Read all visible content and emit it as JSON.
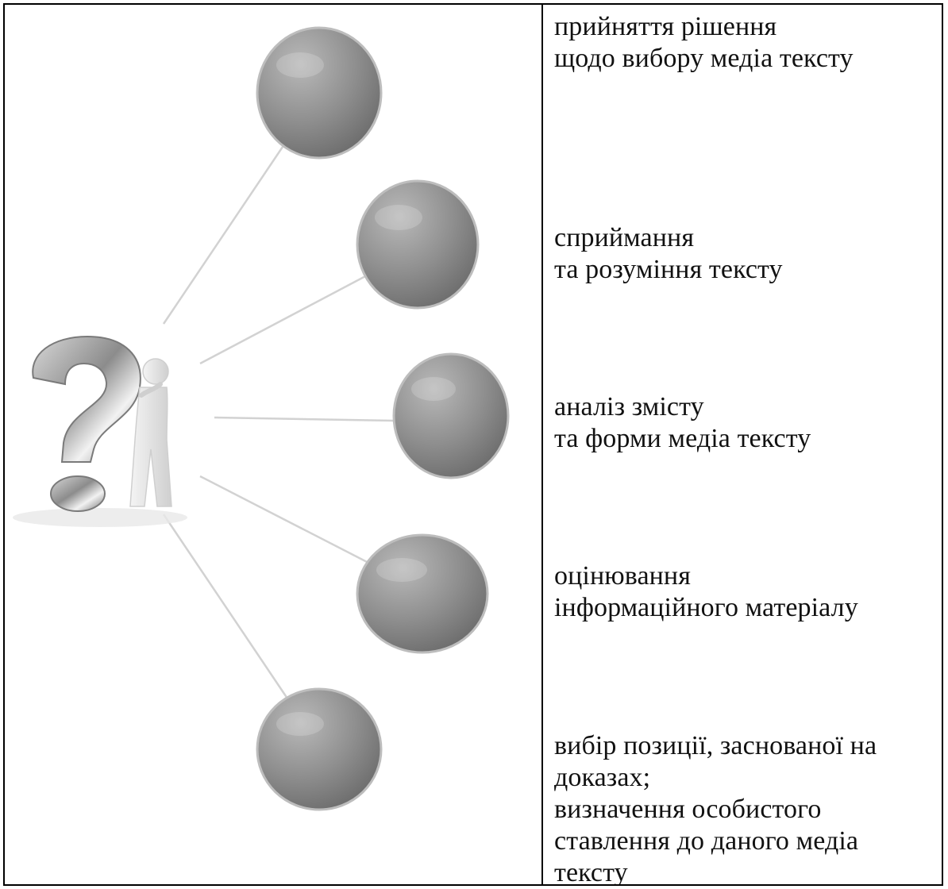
{
  "labels": [
    {
      "lines": [
        "прийняття рішення",
        "щодо вибору медіа тексту"
      ]
    },
    {
      "lines": [
        "сприймання",
        "та розуміння тексту"
      ]
    },
    {
      "lines": [
        "аналіз змісту",
        "та форми медіа тексту"
      ]
    },
    {
      "lines": [
        "оцінювання",
        "інформаційного матеріалу"
      ]
    },
    {
      "lines": [
        "вибір позиції, заснованої на",
        "доказах;",
        "визначення особистого",
        "ставлення до даного медіа",
        "тексту"
      ]
    }
  ],
  "colors": {
    "border": "#000000",
    "circle": "#8e8e8e",
    "connector": "#d2d2d2",
    "figure": "#e6e6e6",
    "question_mark": "#9b9b9b"
  },
  "icons": {
    "central_figure": "thinking-person-with-question-mark-icon",
    "nodes": "gray-sphere-icon"
  }
}
